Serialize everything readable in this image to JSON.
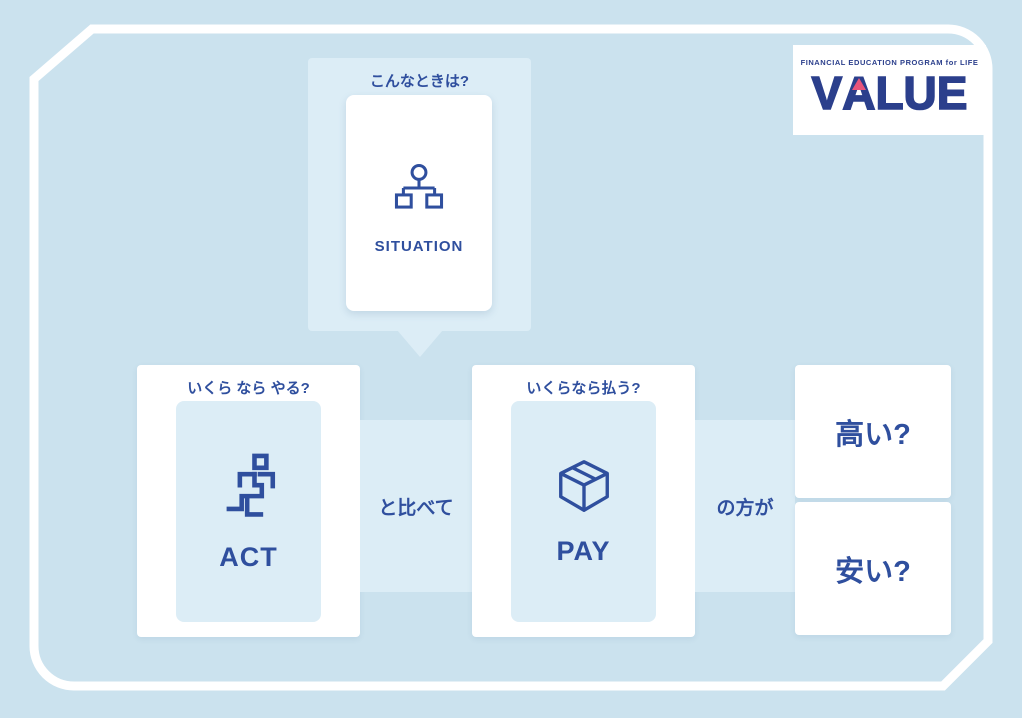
{
  "colors": {
    "bg": "#cbe2ee",
    "panel": "#dcedf6",
    "card": "#ffffff",
    "navy": "#2f4f9e",
    "logo_navy": "#2b3f8c",
    "pink": "#e8547a"
  },
  "logo": {
    "tagline": "FINANCIAL EDUCATION PROGRAM for LIFE",
    "brand": "VALUE",
    "brand_parts": [
      "V",
      "A",
      "LUE"
    ]
  },
  "bubble": {
    "heading": "こんなときは?",
    "card_label": "SITUATION",
    "icon": "org-chart-icon"
  },
  "act": {
    "heading": "いくら なら やる?",
    "card_label": "ACT",
    "icon": "running-person-icon"
  },
  "pay": {
    "heading": "いくらなら払う?",
    "card_label": "PAY",
    "icon": "package-box-icon"
  },
  "connectors": {
    "compared_to": "と比べて",
    "is_more": "の方が"
  },
  "outcomes": {
    "expensive": "高い?",
    "cheap": "安い?"
  }
}
